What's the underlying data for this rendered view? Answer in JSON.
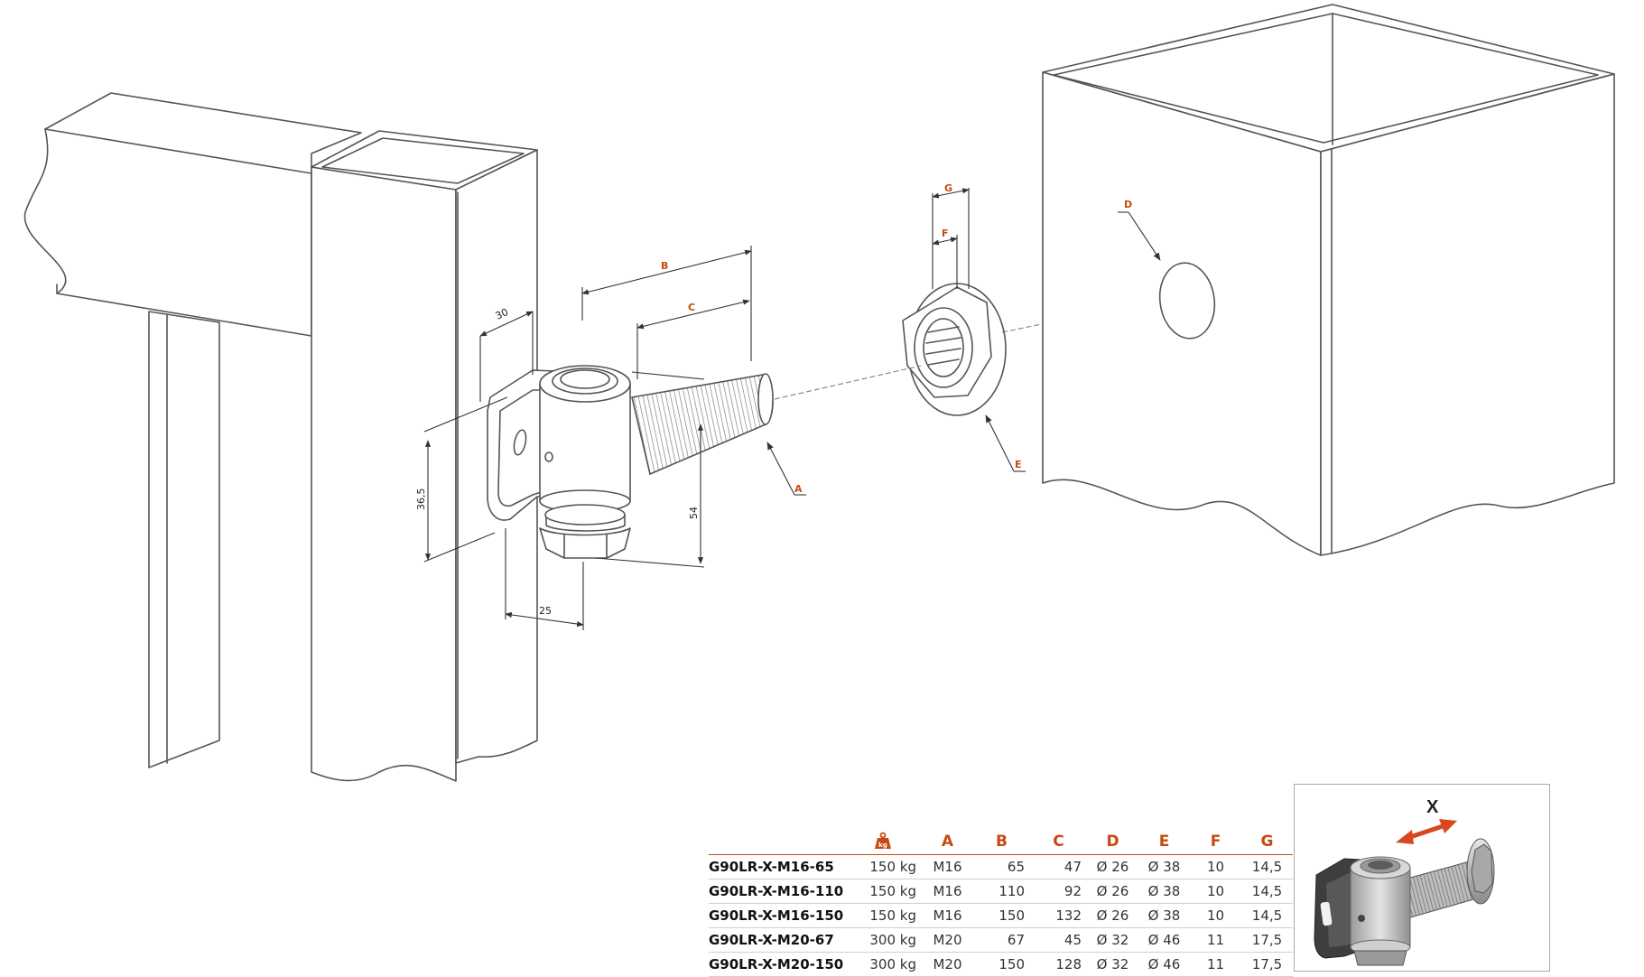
{
  "dimensions": {
    "d30": "30",
    "d36_5": "36,5",
    "d54": "54",
    "d25": "25"
  },
  "labels": {
    "A": "A",
    "B": "B",
    "C": "C",
    "D": "D",
    "E": "E",
    "F": "F",
    "G": "G"
  },
  "table": {
    "headers": [
      "",
      "kg-icon",
      "A",
      "B",
      "C",
      "D",
      "E",
      "F",
      "G"
    ],
    "weight_icon_text": "kg",
    "rows": [
      {
        "model": "G90LR-X-M16-65",
        "load": "150 kg",
        "A": "M16",
        "B": "65",
        "C": "47",
        "D": "Ø 26",
        "E": "Ø 38",
        "F": "10",
        "G": "14,5"
      },
      {
        "model": "G90LR-X-M16-110",
        "load": "150 kg",
        "A": "M16",
        "B": "110",
        "C": "92",
        "D": "Ø 26",
        "E": "Ø 38",
        "F": "10",
        "G": "14,5"
      },
      {
        "model": "G90LR-X-M16-150",
        "load": "150 kg",
        "A": "M16",
        "B": "150",
        "C": "132",
        "D": "Ø 26",
        "E": "Ø 38",
        "F": "10",
        "G": "14,5"
      },
      {
        "model": "G90LR-X-M20-67",
        "load": "300 kg",
        "A": "M20",
        "B": "67",
        "C": "45",
        "D": "Ø 32",
        "E": "Ø 46",
        "F": "11",
        "G": "17,5"
      },
      {
        "model": "G90LR-X-M20-150",
        "load": "300 kg",
        "A": "M20",
        "B": "150",
        "C": "128",
        "D": "Ø 32",
        "E": "Ø 46",
        "F": "11",
        "G": "17,5"
      }
    ]
  },
  "inset": {
    "adjust_label": "X"
  },
  "colors": {
    "accent": "#c64a10",
    "line": "#555555",
    "arrow": "#d7481e"
  }
}
